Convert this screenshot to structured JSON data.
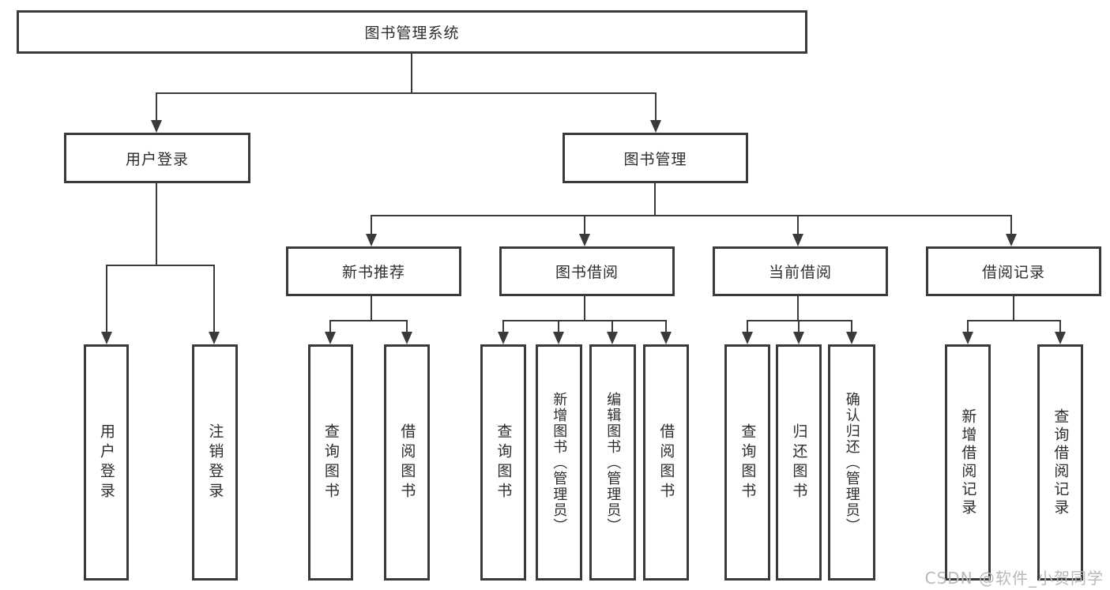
{
  "diagram_type": "hierarchy-tree",
  "stroke_color": "#3a3a3a",
  "background_color": "#ffffff",
  "watermark": {
    "text": "CSDN @软件_小贺同学",
    "color": "#b9b9b9"
  },
  "tree": {
    "label": "图书管理系统",
    "children": [
      {
        "label": "用户登录",
        "children": [
          {
            "label": "用户登录"
          },
          {
            "label": "注销登录"
          }
        ]
      },
      {
        "label": "图书管理",
        "children": [
          {
            "label": "新书推荐",
            "children": [
              {
                "label": "查询图书"
              },
              {
                "label": "借阅图书"
              }
            ]
          },
          {
            "label": "图书借阅",
            "children": [
              {
                "label": "查询图书"
              },
              {
                "label": "新增图书（管理员）"
              },
              {
                "label": "编辑图书（管理员）"
              },
              {
                "label": "借阅图书"
              }
            ]
          },
          {
            "label": "当前借阅",
            "children": [
              {
                "label": "查询图书"
              },
              {
                "label": "归还图书"
              },
              {
                "label": "确认归还（管理员）"
              }
            ]
          },
          {
            "label": "借阅记录",
            "children": [
              {
                "label": "新增借阅记录"
              },
              {
                "label": "查询借阅记录"
              }
            ]
          }
        ]
      }
    ]
  }
}
